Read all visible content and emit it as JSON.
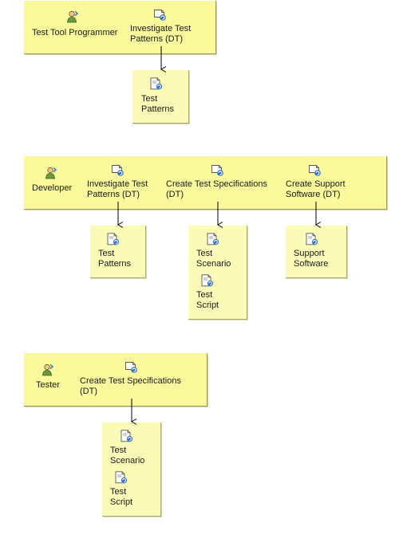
{
  "diagram": {
    "groups": [
      {
        "role": {
          "label": "Test Tool Programmer",
          "icon": "role-person-icon"
        },
        "tasks": [
          {
            "label": "Investigate Test\nPatterns (DT)",
            "icon": "task-icon",
            "outputs": [
              {
                "label": "Test\nPatterns",
                "icon": "work-product-icon"
              }
            ]
          }
        ]
      },
      {
        "role": {
          "label": "Developer",
          "icon": "role-person-icon"
        },
        "tasks": [
          {
            "label": "Investigate Test\nPatterns (DT)",
            "icon": "task-icon",
            "outputs": [
              {
                "label": "Test\nPatterns",
                "icon": "work-product-icon"
              }
            ]
          },
          {
            "label": "Create Test Specifications\n(DT)",
            "icon": "task-icon",
            "outputs": [
              {
                "label": "Test\nScenario",
                "icon": "work-product-icon"
              },
              {
                "label": "Test\nScript",
                "icon": "work-product-icon"
              }
            ]
          },
          {
            "label": "Create Support\nSoftware (DT)",
            "icon": "task-icon",
            "outputs": [
              {
                "label": "Support\nSoftware",
                "icon": "work-product-icon"
              }
            ]
          }
        ]
      },
      {
        "role": {
          "label": "Tester",
          "icon": "role-person-icon"
        },
        "tasks": [
          {
            "label": "Create Test Specifications\n(DT)",
            "icon": "task-icon",
            "outputs": [
              {
                "label": "Test\nScenario",
                "icon": "work-product-icon"
              },
              {
                "label": "Test\nScript",
                "icon": "work-product-icon"
              }
            ]
          }
        ]
      }
    ],
    "colors": {
      "lane_fill": "#fafa9c",
      "box_fill": "#fbfbb8",
      "arrow": "#000000",
      "icon_blue": "#2b6cc4"
    }
  }
}
